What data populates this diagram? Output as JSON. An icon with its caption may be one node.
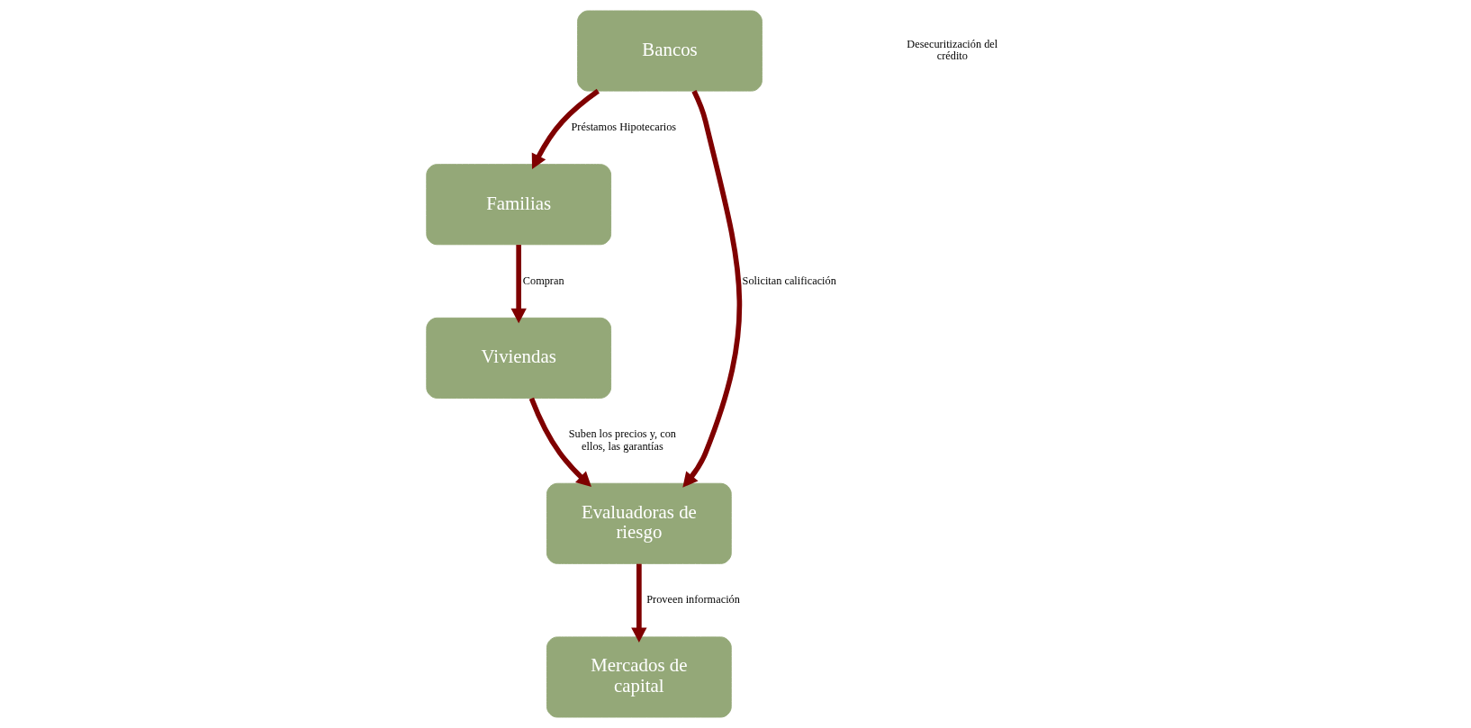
{
  "diagram": {
    "nodes": [
      {
        "text": [
          "Bancos"
        ]
      },
      {
        "text": [
          "Familias"
        ]
      },
      {
        "text": [
          "Evaluadoras de riesgo"
        ]
      },
      {
        "text": [
          "Viviendas"
        ]
      },
      {
        "text": [
          "Mercados de capital"
        ]
      }
    ],
    "edges": [
      {
        "from": 0,
        "to": 1,
        "arrow": "to",
        "label": "Préstamos Hipotecarios"
      },
      {
        "from": 0,
        "to": 2,
        "arrow": "to",
        "label": "Solicitan calificación"
      },
      {
        "from": 1,
        "to": 3,
        "arrow": "to",
        "label": "Compran"
      },
      {
        "from": 3,
        "to": 2,
        "arrow": "to",
        "label": "Suben los precios y, con ellos, las garantías"
      },
      {
        "from": 2,
        "to": 4,
        "arrow": "to",
        "label": "Proveen información"
      }
    ],
    "labels": [
      "Desecuritización del crédito"
    ]
  }
}
